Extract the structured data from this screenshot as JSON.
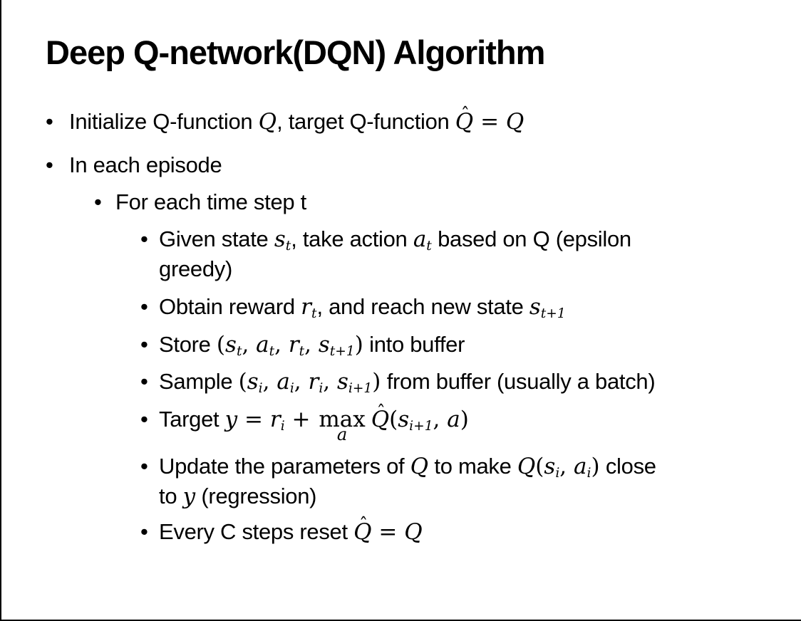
{
  "slide": {
    "title": "Deep Q-network(DQN) Algorithm",
    "bullet_char": "•",
    "bullets": {
      "init": {
        "pre": "Initialize Q-function ",
        "q": "Q",
        "mid": ", target Q-function ",
        "q_hat": "Q",
        "eq": " = ",
        "q2": "Q"
      },
      "episode": {
        "text": "In each episode"
      },
      "timestep": {
        "text": "For each time step t"
      },
      "given": {
        "pre": "Given state ",
        "s": "s",
        "s_sub": "t",
        "mid": ", take action ",
        "a": "a",
        "a_sub": "t",
        "post1": " based on Q (epsilon",
        "post2": "greedy)"
      },
      "obtain": {
        "pre": "Obtain reward ",
        "r": "r",
        "r_sub": "t",
        "mid": ", and reach new state ",
        "s": "s",
        "s_sub": "t+1"
      },
      "store": {
        "pre": "Store ",
        "open": "(",
        "s": "s",
        "s_sub": "t",
        "c1": ", ",
        "a": "a",
        "a_sub": "t",
        "c2": ", ",
        "r": "r",
        "r_sub": "t",
        "c3": ", ",
        "s2": "s",
        "s2_sub": "t+1",
        "close": ")",
        "post": " into buffer"
      },
      "sample": {
        "pre": "Sample ",
        "open": "(",
        "s": "s",
        "s_sub": "i",
        "c1": ", ",
        "a": "a",
        "a_sub": "i",
        "c2": ", ",
        "r": "r",
        "r_sub": "i",
        "c3": ", ",
        "s2": "s",
        "s2_sub": "i+1",
        "close": ")",
        "post": " from buffer (usually a batch)"
      },
      "target": {
        "pre": "Target ",
        "y": "y",
        "eq": " = ",
        "r": "r",
        "r_sub": "i",
        "plus": " + ",
        "max": "max",
        "max_under": "a",
        "q_hat": "Q",
        "open": "(",
        "s": "s",
        "s_sub": "i+1",
        "c": ", ",
        "a": "a",
        "close": ")"
      },
      "update": {
        "pre": "Update the parameters of ",
        "q": "Q",
        "mid1": " to make ",
        "q2": "Q",
        "open": "(",
        "s": "s",
        "s_sub": "i",
        "c": ", ",
        "a": "a",
        "a_sub": "i",
        "close": ")",
        "mid2": " close",
        "line2pre": "to ",
        "y": "y",
        "post": " (regression)"
      },
      "reset": {
        "pre": "Every C steps reset ",
        "q_hat": "Q",
        "eq": " = ",
        "q": "Q"
      }
    }
  }
}
